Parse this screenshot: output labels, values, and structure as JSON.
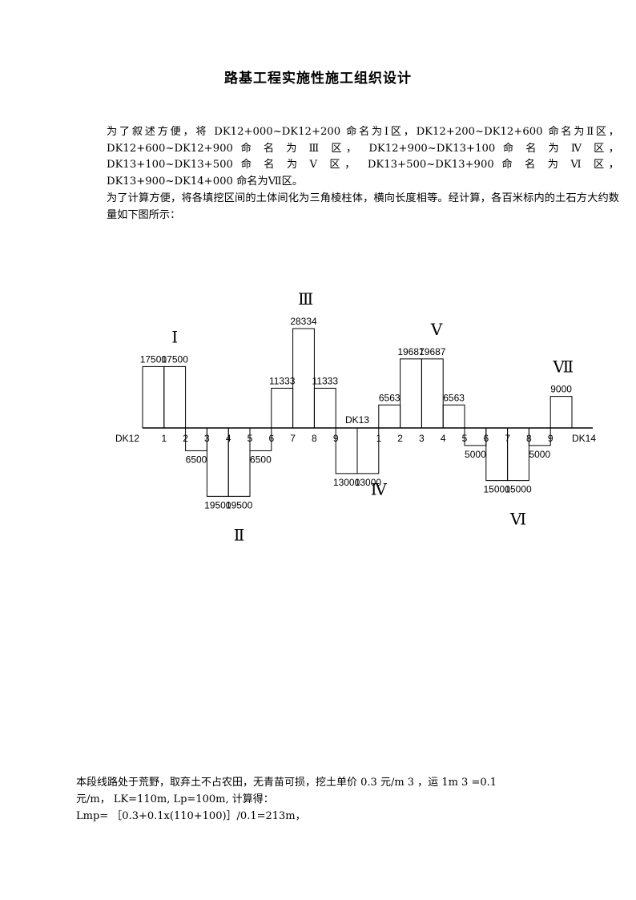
{
  "title": "路基工程实施性施工组织设计",
  "paragraph1": "为了叙述方便，将 DK12+000~DK12+200 命名为Ⅰ区，DK12+200~DK12+600 命名为Ⅱ区， DK12+600~DK12+900 命 名 为 Ⅲ 区， DK12+900~DK13+100 命 名 为 Ⅳ 区，DK13+100~DK13+500 命 名 为 Ⅴ 区， DK13+500~DK13+900 命 名 为 Ⅵ 区，DK13+900~DK14+000 命名为Ⅶ区。",
  "paragraph2": "为了计算方便，将各填挖区间的土体间化为三角棱柱体，横向长度相等。经计算，各百米标内的土石方大约数量如下图所示：",
  "chart_data": {
    "type": "bar",
    "description_axis": "baseline stations",
    "ticks": [
      "DK12",
      "1",
      "2",
      "3",
      "4",
      "5",
      "6",
      "7",
      "8",
      "9",
      "DK13",
      "1",
      "2",
      "3",
      "4",
      "5",
      "6",
      "7",
      "8",
      "9",
      "DK14"
    ],
    "mid_label": "DK13",
    "zone_labels": [
      {
        "label": "Ⅰ",
        "pos": 1.5,
        "side": "up"
      },
      {
        "label": "Ⅱ",
        "pos": 4.5,
        "side": "down"
      },
      {
        "label": "Ⅲ",
        "pos": 7.6,
        "side": "up"
      },
      {
        "label": "Ⅳ",
        "pos": 11.0,
        "side": "down"
      },
      {
        "label": "Ⅴ",
        "pos": 13.7,
        "side": "up"
      },
      {
        "label": "Ⅵ",
        "pos": 17.5,
        "side": "down"
      },
      {
        "label": "Ⅶ",
        "pos": 19.6,
        "side": "up"
      }
    ],
    "segments": [
      {
        "from": 0,
        "to": 1,
        "value": 17500
      },
      {
        "from": 1,
        "to": 2,
        "value": 17500
      },
      {
        "from": 2,
        "to": 3,
        "value": -6500
      },
      {
        "from": 3,
        "to": 4,
        "value": -19500
      },
      {
        "from": 4,
        "to": 5,
        "value": -19500
      },
      {
        "from": 5,
        "to": 6,
        "value": -6500
      },
      {
        "from": 6,
        "to": 7,
        "value": 11333
      },
      {
        "from": 7,
        "to": 8,
        "value": 28334
      },
      {
        "from": 8,
        "to": 9,
        "value": 11333
      },
      {
        "from": 9,
        "to": 10,
        "value": -13000
      },
      {
        "from": 10,
        "to": 11,
        "value": -13000
      },
      {
        "from": 11,
        "to": 12,
        "value": 6563
      },
      {
        "from": 12,
        "to": 13,
        "value": 19687
      },
      {
        "from": 13,
        "to": 14,
        "value": 19687
      },
      {
        "from": 14,
        "to": 15,
        "value": 6563
      },
      {
        "from": 15,
        "to": 16,
        "value": -5000
      },
      {
        "from": 16,
        "to": 17,
        "value": -15000
      },
      {
        "from": 17,
        "to": 18,
        "value": -15000
      },
      {
        "from": 18,
        "to": 19,
        "value": -5000
      },
      {
        "from": 19,
        "to": 20,
        "value": 9000
      }
    ]
  },
  "bottom_line1": "本段线路处于荒野，取弃土不占农田，无青苗可损，挖土单价 0.3  元/m 3 ，运 1m 3 =0.1",
  "bottom_line2": "元/m，   LK=110m, Lp=100m, 计算得：",
  "bottom_line3": "Lmp= ［0.3+0.1x(110+100)］/0.1=213m，"
}
